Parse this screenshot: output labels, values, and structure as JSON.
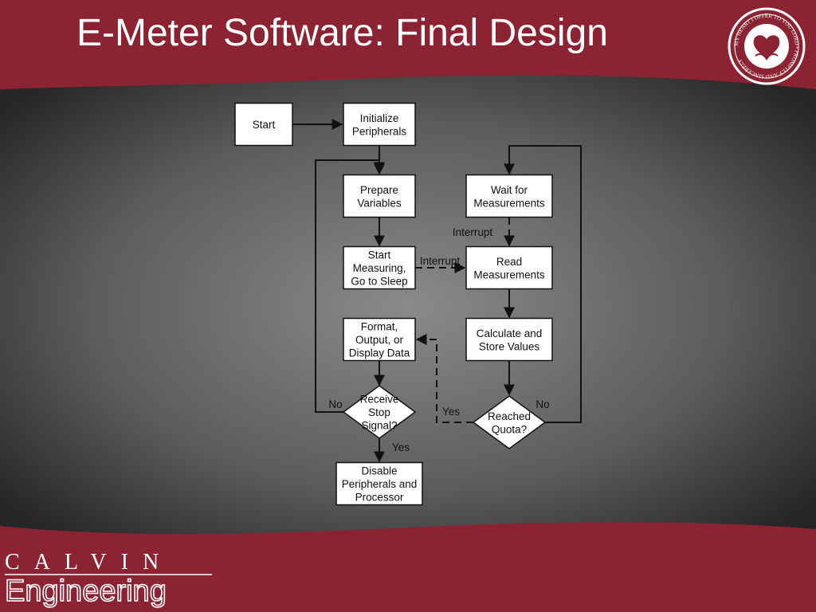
{
  "slide": {
    "title": "E-Meter Software: Final Design"
  },
  "seal": {
    "motto": "MY HEART I OFFER TO YOU LORD • PROMPTLY AND SINCERELY"
  },
  "brand": {
    "line1": "CALVIN",
    "line2": "Engineering"
  },
  "flowchart": {
    "nodes": {
      "start": [
        "Start"
      ],
      "init": [
        "Initialize",
        "Peripherals"
      ],
      "prepare": [
        "Prepare",
        "Variables"
      ],
      "measure": [
        "Start",
        "Measuring,",
        "Go to Sleep"
      ],
      "format": [
        "Format,",
        "Output, or",
        "Display Data"
      ],
      "stop": [
        "Receive",
        "Stop",
        "Signal?"
      ],
      "disable": [
        "Disable",
        "Peripherals and",
        "Processor"
      ],
      "wait": [
        "Wait for",
        "Measurements"
      ],
      "read": [
        "Read",
        "Measurements"
      ],
      "calc": [
        "Calculate and",
        "Store Values"
      ],
      "quota": [
        "Reached",
        "Quota?"
      ]
    },
    "edge_labels": {
      "interrupt_top": "Interrupt",
      "interrupt_mid": "Interrupt",
      "no_left": "No",
      "yes_stop": "Yes",
      "yes_quota": "Yes",
      "no_right": "No"
    }
  },
  "colors": {
    "band": "#8b2332",
    "background_center": "#8a8a8a",
    "background_edge": "#2a2a2a"
  }
}
